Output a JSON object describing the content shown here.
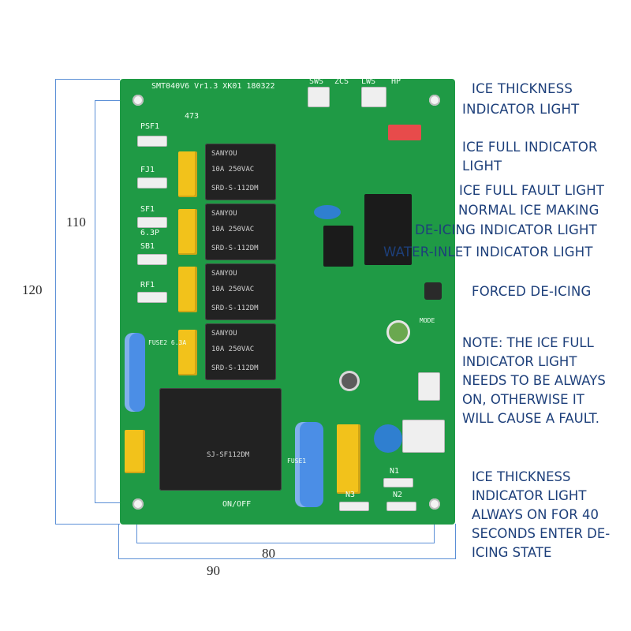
{
  "board": {
    "model": "SMT040V6 Vr1.3 XK01 180322",
    "silk": {
      "psf1": "PSF1",
      "fj1": "FJ1",
      "sf1": "SF1",
      "sf1_sub": "6.3P",
      "sb1": "SB1",
      "rf1": "RF1",
      "fuse2": "FUSE2 6.3A",
      "fuse1": "FUSE1",
      "onoff": "ON/OFF",
      "sws": "SWS",
      "zcs": "ZCS",
      "lws": "LWS",
      "hp": "HP",
      "mode": "MODE",
      "n1": "N1",
      "n2": "N2",
      "n3": "N3",
      "fr": "473",
      "brand": "SANYOU",
      "relay_model": "SRD-S-112DM",
      "relay_rating": "10A 250VAC",
      "big_relay": "SJ-SF112DM"
    }
  },
  "dimensions": {
    "d120": "120",
    "d110": "110",
    "d80": "80",
    "d90": "90"
  },
  "callouts": {
    "ice_thickness_1": "ICE THICKNESS",
    "ice_thickness_2": "INDICATOR LIGHT",
    "ice_full_1": "ICE FULL INDICATOR",
    "ice_full_2": "LIGHT",
    "ice_full_fault": "ICE FULL FAULT LIGHT",
    "normal_ice": "NORMAL ICE MAKING",
    "de_icing": "DE-ICING INDICATOR LIGHT",
    "water_inlet": "WATER-INLET INDICATOR LIGHT",
    "forced": "FORCED DE-ICING"
  },
  "note": {
    "l1": "NOTE: THE ICE FULL",
    "l2": "INDICATOR LIGHT",
    "l3": "NEEDS TO BE ALWAYS",
    "l4": "ON, OTHERWISE IT",
    "l5": "WILL CAUSE A FAULT."
  },
  "note2": {
    "l1": "ICE THICKNESS",
    "l2": "INDICATOR LIGHT",
    "l3": "ALWAYS ON FOR 40",
    "l4": "SECONDS ENTER DE-",
    "l5": "ICING STATE"
  },
  "colors": {
    "pcb": "#1f9a45",
    "callout_text": "#1d3f7a",
    "dimension_line": "#5b8fd6"
  }
}
